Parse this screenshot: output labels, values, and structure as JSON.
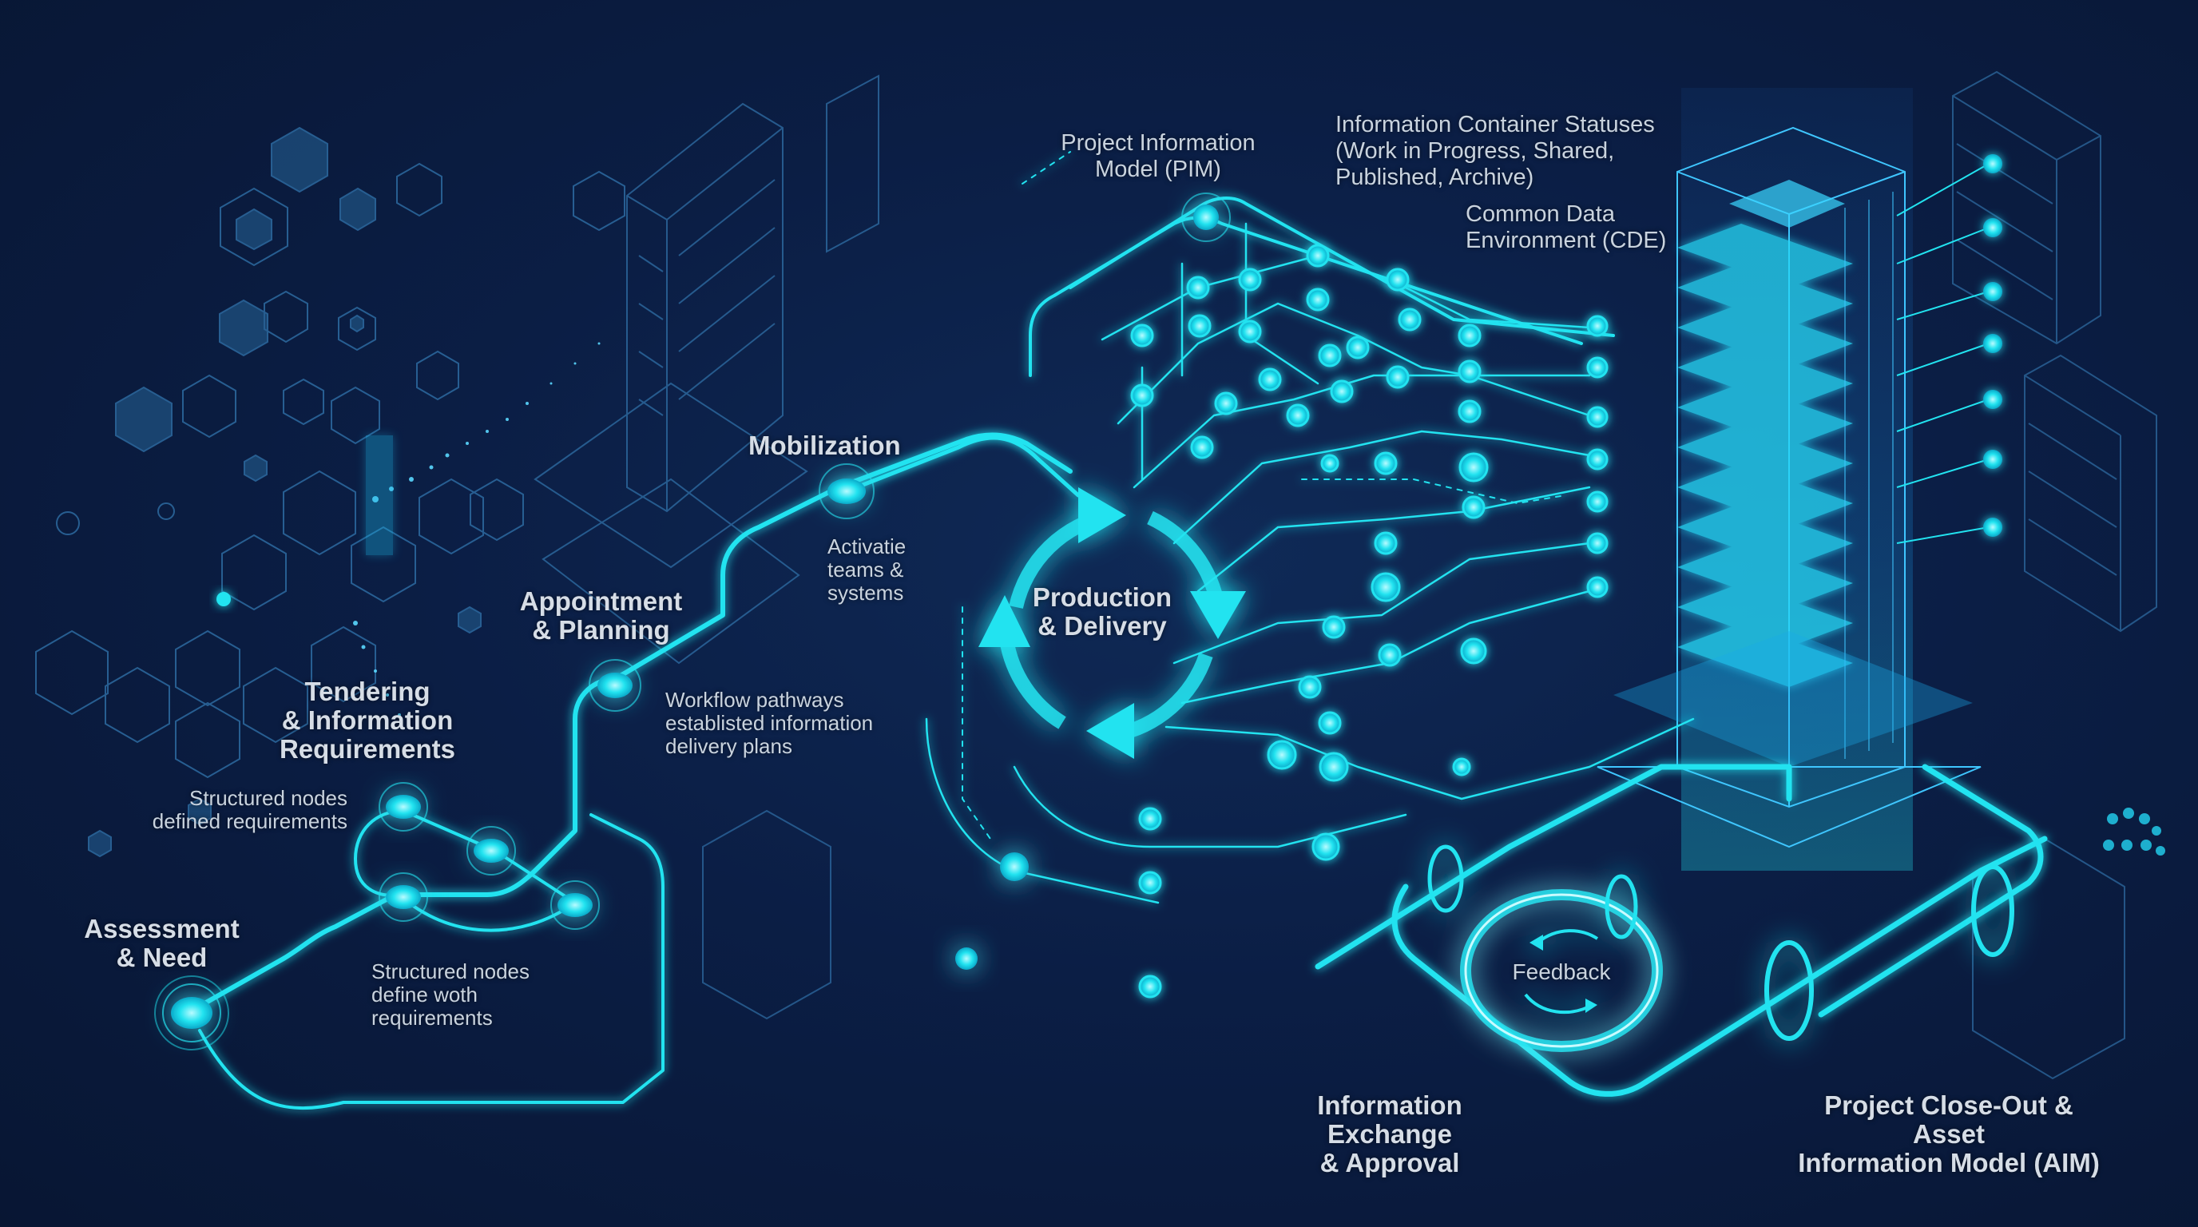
{
  "diagram": {
    "accent_color": "#22e3f0",
    "glow_color": "#0fd8ff",
    "background_color": "#0b1e45",
    "label_color": "#d6dde6"
  },
  "stages": {
    "assessment": {
      "line1": "Assessment",
      "line2": "& Need"
    },
    "tendering": {
      "line1": "Tendering",
      "line2": "& Information",
      "line3": "Requirements"
    },
    "appointment": {
      "line1": "Appointment",
      "line2": "& Planning"
    },
    "mobilization": {
      "line1": "Mobilization"
    },
    "production": {
      "line1": "Production",
      "line2": "& Delivery"
    },
    "exchange": {
      "line1": "Information Exchange",
      "line2": "& Approval"
    },
    "closeout": {
      "line1": "Project Close-Out & Asset",
      "line2": "Information Model (AIM)"
    },
    "feedback": {
      "line1": "Feedback"
    }
  },
  "annotations": {
    "tendering_note": {
      "line1": "Structured nodes",
      "line2": "defined requirements"
    },
    "assessment_note": {
      "line1": "Structured nodes",
      "line2": "define woth",
      "line3": "requirements"
    },
    "appointment_note": {
      "line1": "Workflow pathways",
      "line2": "establisted information",
      "line3": "delivery plans"
    },
    "mobilization_note": {
      "line1": "Activatie",
      "line2": "teams &",
      "line3": "systems"
    },
    "pim": {
      "line1": "Project Information",
      "line2": "Model (PIM)"
    },
    "statuses": {
      "line1": "Information Container Statuses",
      "line2": "(Work in Progress, Shared,",
      "line3": "Published, Archive)"
    },
    "cde": {
      "line1": "Common Data",
      "line2": "Environment (CDE)"
    }
  }
}
